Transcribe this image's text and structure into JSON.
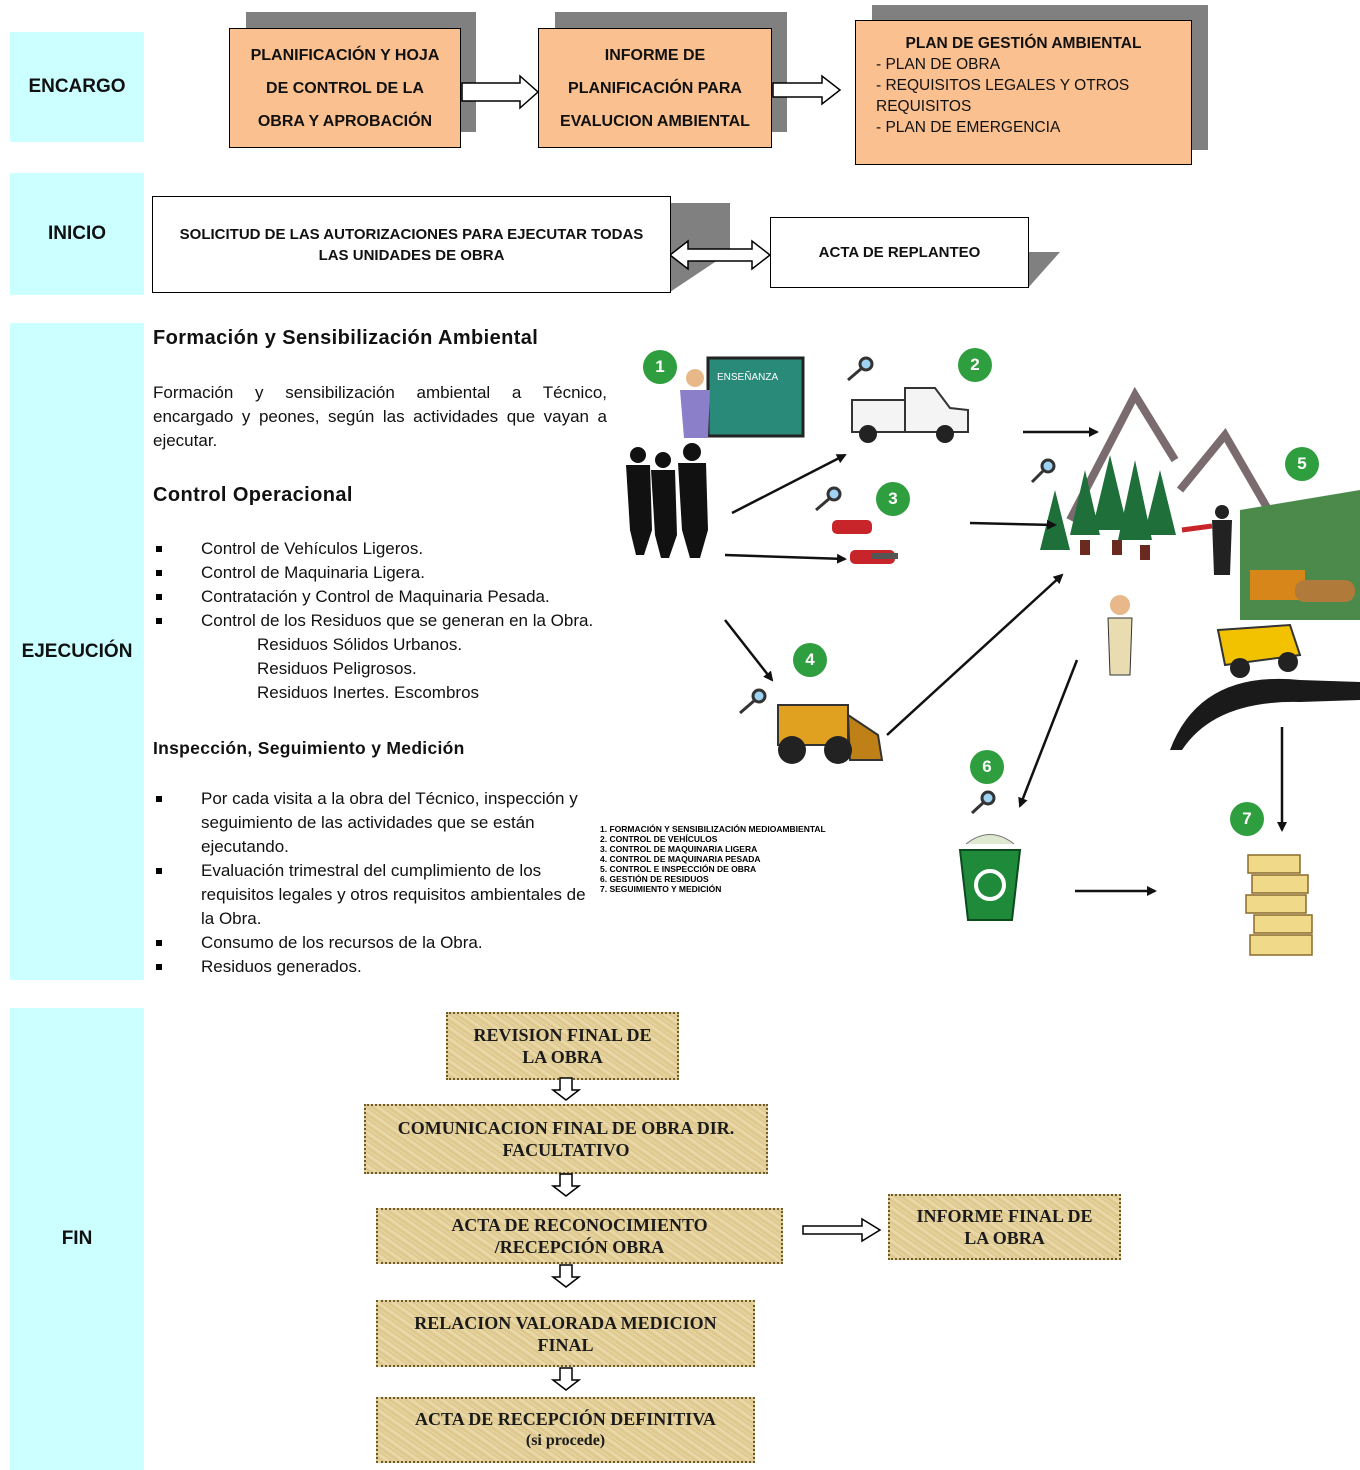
{
  "phases": {
    "encargo": "ENCARGO",
    "inicio": "INICIO",
    "ejecucion": "EJECUCIÓN",
    "fin": "FIN"
  },
  "encargo": {
    "box1": [
      "PLANIFICACIÓN Y HOJA",
      "DE CONTROL DE LA",
      "OBRA Y APROBACIÓN"
    ],
    "box2": [
      "INFORME DE",
      "PLANIFICACIÓN PARA",
      "EVALUCION AMBIENTAL"
    ],
    "box3_title": "PLAN DE GESTIÓN AMBIENTAL",
    "box3_items": [
      "- PLAN DE OBRA",
      "- REQUISITOS LEGALES Y OTROS REQUISITOS",
      "- PLAN DE EMERGENCIA"
    ]
  },
  "inicio": {
    "box1": "SOLICITUD DE LAS AUTORIZACIONES PARA EJECUTAR TODAS LAS UNIDADES DE OBRA",
    "box2": "ACTA DE REPLANTEO"
  },
  "ejecucion": {
    "formacion_title": "Formación y Sensibilización Ambiental",
    "formacion_text": "Formación y sensibilización ambiental a Técnico, encargado y peones, según las actividades que vayan a ejecutar.",
    "control_title": "Control Operacional",
    "control_items": [
      "Control de Vehículos Ligeros.",
      "Control de Maquinaria Ligera.",
      "Contratación y Control de Maquinaria Pesada.",
      "Control de los Residuos que se generan en la Obra."
    ],
    "residuos_items": [
      "Residuos Sólidos Urbanos.",
      "Residuos Peligrosos.",
      "Residuos Inertes. Escombros"
    ],
    "inspeccion_title": "Inspección, Seguimiento y Medición",
    "inspeccion_items": [
      "Por cada visita a la obra del Técnico, inspección y seguimiento de las actividades que se están ejecutando.",
      "Evaluación trimestral del cumplimiento de los requisitos legales y otros requisitos ambientales de la Obra.",
      "Consumo de los recursos de la Obra.",
      "Residuos generados."
    ]
  },
  "illustration": {
    "numbers": [
      "1",
      "2",
      "3",
      "4",
      "5",
      "6",
      "7"
    ],
    "board_label": "ENSEÑANZA",
    "legend": [
      "1. FORMACIÓN Y SENSIBILIZACIÓN MEDIOAMBIENTAL",
      "2. CONTROL DE VEHÍCULOS",
      "3. CONTROL DE MAQUINARIA LIGERA",
      "4. CONTROL DE MAQUINARIA PESADA",
      "5. CONTROL E INSPECCIÓN DE OBRA",
      "6. GESTIÓN DE RESIDUOS",
      "7. SEGUIMIENTO Y MEDICIÓN"
    ]
  },
  "fin": {
    "revision": [
      "REVISION FINAL DE",
      "LA OBRA"
    ],
    "comunicacion": [
      "COMUNICACION FINAL DE OBRA DIR.",
      "FACULTATIVO"
    ],
    "acta_reconocimiento": [
      "ACTA DE RECONOCIMIENTO",
      "/RECEPCIÓN OBRA"
    ],
    "informe_final": [
      "INFORME FINAL DE",
      "LA OBRA"
    ],
    "relacion": [
      "RELACION VALORADA MEDICION",
      "FINAL"
    ],
    "acta_definitiva": "ACTA DE RECEPCIÓN DEFINITIVA",
    "acta_definitiva_note": "(si procede)"
  }
}
